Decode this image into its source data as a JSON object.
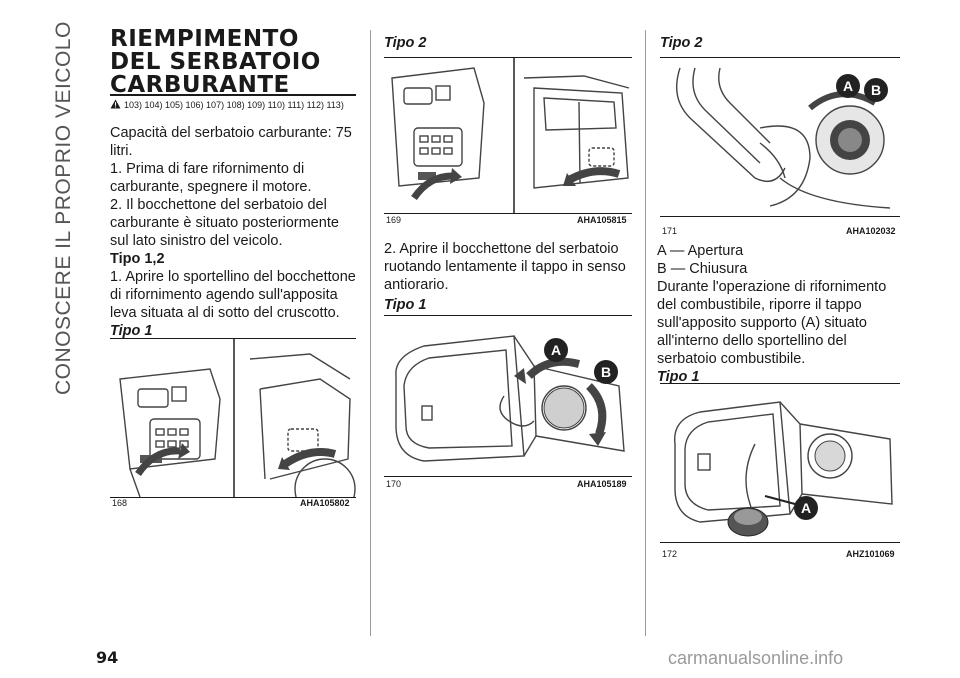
{
  "side_title": "CONOSCERE IL PROPRIO VEICOLO",
  "section_title_lines": [
    "RIEMPIMENTO",
    "DEL SERBATOIO",
    "CARBURANTE"
  ],
  "references": "103)  104)  105)  106)  107)  108)  109)  110)  111)  112)  113)",
  "col1": {
    "capacity": "Capacità del serbatoio carburante: 75 litri.",
    "step1": "1. Prima di fare rifornimento di carburante, spegnere il motore.",
    "step2": "2. Il bocchettone del serbatoio del carburante è situato posteriormente sul lato sinistro del veicolo.",
    "tipo12": "Tipo 1,2",
    "step1b": "1. Aprire lo sportellino del bocchettone di rifornimento agendo sull'apposita leva situata al di sotto del cruscotto.",
    "tipo1": "Tipo 1",
    "fig168": {
      "num": "168",
      "code": "AHA105802"
    }
  },
  "col2": {
    "tipo2": "Tipo 2",
    "fig169": {
      "num": "169",
      "code": "AHA105815"
    },
    "step2b": "2. Aprire il bocchettone del serbatoio ruotando lentamente il tappo in senso antiorario.",
    "tipo1": "Tipo 1",
    "fig170": {
      "num": "170",
      "code": "AHA105189",
      "label_a": "A",
      "label_b": "B"
    }
  },
  "col3": {
    "tipo2": "Tipo 2",
    "fig171": {
      "num": "171",
      "code": "AHA102032",
      "label_a": "A",
      "label_b": "B"
    },
    "legend_a": "A — Apertura",
    "legend_b": "B — Chiusura",
    "text": "Durante l'operazione di rifornimento del combustibile, riporre il tappo sull'apposito supporto (A) situato all'interno dello sportellino del serbatoio combustibile.",
    "tipo1": "Tipo 1",
    "fig172": {
      "num": "172",
      "code": "AHZ101069",
      "label_a": "A"
    }
  },
  "page_number": "94",
  "footer_watermark": "carmanualsonline.info"
}
